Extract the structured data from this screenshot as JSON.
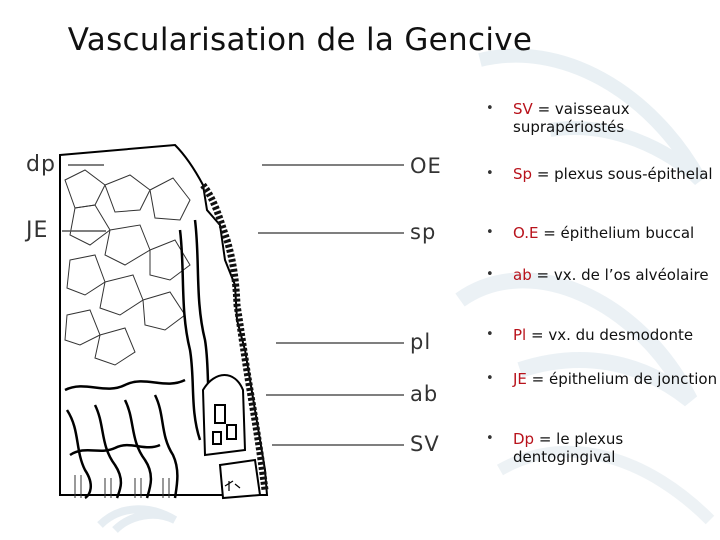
{
  "title": "Vascularisation de la Gencive",
  "left_labels": {
    "dp": "dp",
    "je": "JE"
  },
  "right_labels": {
    "oe": "OE",
    "sp": "sp",
    "pl": "pl",
    "ab": "ab",
    "sv": "SV"
  },
  "legend": [
    {
      "code": "SV",
      "text": " = vaisseaux suprapériostés"
    },
    {
      "code": "Sp",
      "text": " = plexus sous-épithelal"
    },
    {
      "code": "O.E",
      "text": " = épithelium buccal"
    },
    {
      "code": "ab",
      "text": " = vx. de l’os alvéolaire"
    },
    {
      "code": "Pl",
      "text": " = vx. du desmodonte"
    },
    {
      "code": "JE",
      "text": " = épithelium de jonction"
    },
    {
      "code": "Dp",
      "text": " = le plexus dentogingival"
    }
  ],
  "bullet_char": "•",
  "colors": {
    "code": "#b8121b",
    "text": "#111111",
    "watermark": "#dbe6ec"
  }
}
